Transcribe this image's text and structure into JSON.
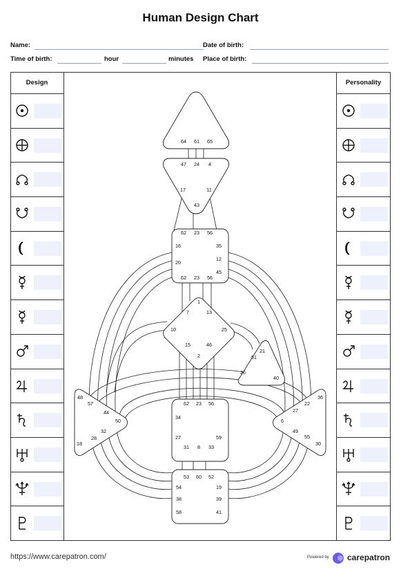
{
  "title": "Human Design Chart",
  "form": {
    "name_label": "Name:",
    "name_value": "",
    "dob_label": "Date of birth:",
    "dob_value": "",
    "tob_label": "Time of birth:",
    "hour_label": "hour",
    "minutes_label": "minutes",
    "hour_value": "",
    "minutes_value": "",
    "pob_label": "Place of birth:",
    "pob_value": ""
  },
  "columns": {
    "design": "Design",
    "personality": "Personality"
  },
  "planets": [
    "sun",
    "earth",
    "north-node",
    "south-node",
    "moon",
    "mercury",
    "venus",
    "mars",
    "jupiter",
    "saturn",
    "uranus",
    "neptune",
    "pluto"
  ],
  "centers": {
    "head": [
      "64",
      "61",
      "65"
    ],
    "ajna": [
      "47",
      "24",
      "4",
      "17",
      "11",
      "43"
    ],
    "throat": [
      "62",
      "23",
      "56",
      "16",
      "35",
      "20",
      "12",
      "45",
      "62",
      "23",
      "56"
    ],
    "g": [
      "1",
      "7",
      "13",
      "10",
      "25",
      "15",
      "46",
      "2"
    ],
    "heart": [
      "21",
      "51",
      "26",
      "40"
    ],
    "spleen": [
      "48",
      "57",
      "44",
      "50",
      "32",
      "28",
      "18"
    ],
    "sacral": [
      "62",
      "23",
      "56",
      "34",
      "27",
      "59",
      "31",
      "8",
      "33"
    ],
    "solar": [
      "36",
      "22",
      "27",
      "6",
      "49",
      "55",
      "30"
    ],
    "root": [
      "53",
      "60",
      "52",
      "54",
      "19",
      "38",
      "39",
      "58",
      "41"
    ]
  },
  "footer": {
    "url": "https://www.carepatron.com/",
    "powered": "Powered by",
    "brand": "carepatron",
    "brand_color": "#6b5de0"
  }
}
